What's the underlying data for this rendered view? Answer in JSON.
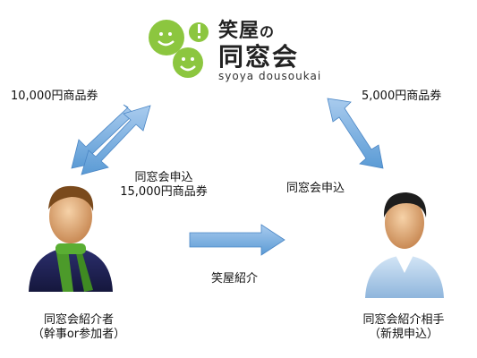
{
  "logo": {
    "title_top": "笑屋",
    "title_no": "の",
    "title_main": "同窓会",
    "subtitle": "syoya dousoukai"
  },
  "labels": {
    "gift_10000": "10,000円商品券",
    "gift_5000": "5,000円商品券",
    "apply_left_1": "同窓会申込",
    "apply_left_2": "15,000円商品券",
    "apply_right": "同窓会申込",
    "intro": "笑屋紹介",
    "referrer_line1": "同窓会紹介者",
    "referrer_line2": "（幹事or参加者）",
    "referee_line1": "同窓会紹介相手",
    "referee_line2": "（新規申込）"
  },
  "colors": {
    "logo_green": "#8cc63f",
    "arrow_blue": "#5b9bd5",
    "arrow_light": "#a9cbee"
  }
}
